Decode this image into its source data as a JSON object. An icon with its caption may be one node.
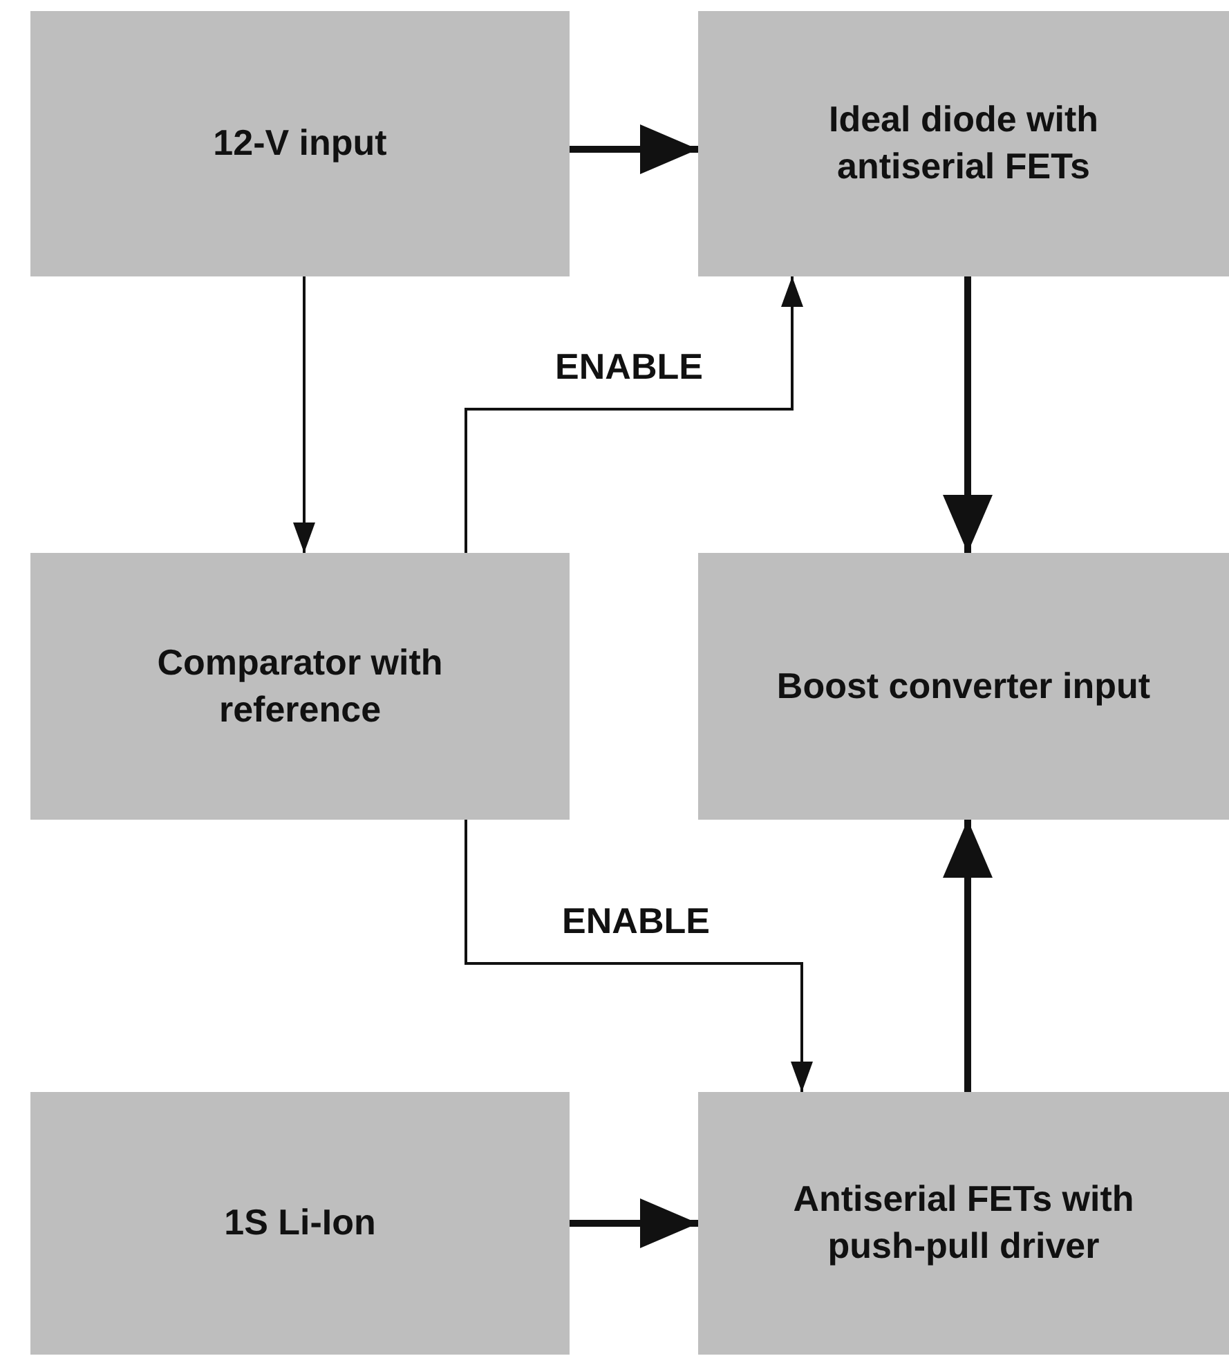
{
  "diagram": {
    "nodes": [
      {
        "text": [
          "12-V input"
        ]
      },
      {
        "text": [
          "Ideal diode with antiserial FETs"
        ]
      },
      {
        "text": [
          "Comparator with reference"
        ]
      },
      {
        "text": [
          "Boost converter input"
        ]
      },
      {
        "text": [
          "1S Li-Ion"
        ]
      },
      {
        "text": [
          "Antiserial FETs with push-pull driver"
        ]
      }
    ],
    "edges": [
      {
        "from": 0,
        "to": 1,
        "arrow": "to"
      },
      {
        "from": 0,
        "to": 2,
        "arrow": "to"
      },
      {
        "from": 2,
        "to": 1,
        "arrow": "to",
        "label": "ENABLE"
      },
      {
        "from": 1,
        "to": 3,
        "arrow": "to"
      },
      {
        "from": 2,
        "to": 5,
        "arrow": "to",
        "label": "ENABLE"
      },
      {
        "from": 5,
        "to": 3,
        "arrow": "to"
      },
      {
        "from": 4,
        "to": 5,
        "arrow": "to"
      }
    ]
  }
}
